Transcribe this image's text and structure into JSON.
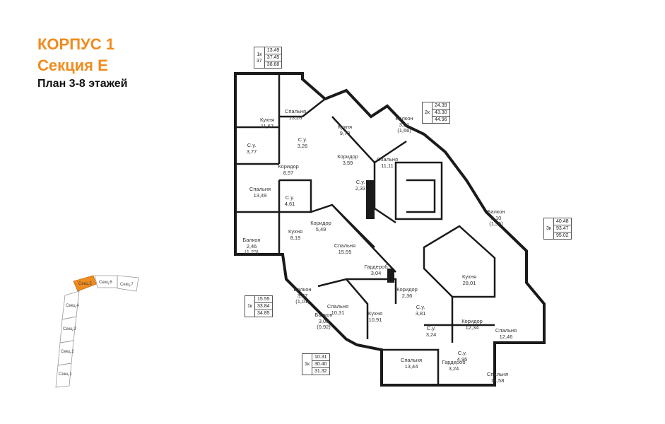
{
  "header": {
    "building": "КОРПУС 1",
    "section": "Секция Е",
    "plan": "План 3-8 этажей"
  },
  "apartment_tables": [
    {
      "type": "1к",
      "number": "37",
      "areas": [
        "13.49",
        "37.45",
        "38.68"
      ]
    },
    {
      "type": "2к",
      "number": "",
      "areas": [
        "24.39",
        "43.30",
        "44.96"
      ]
    },
    {
      "type": "3к",
      "number": "",
      "areas": [
        "40.48",
        "93.47",
        "95.02"
      ]
    },
    {
      "type": "1к",
      "number": "",
      "areas": [
        "15.55",
        "33.84",
        "34.85"
      ]
    },
    {
      "type": "1к",
      "number": "",
      "areas": [
        "10.31",
        "30.40",
        "31.32"
      ]
    }
  ],
  "rooms": [
    {
      "name": "Кухня",
      "area": "11,67"
    },
    {
      "name": "С.у.",
      "area": "3,77"
    },
    {
      "name": "Спальня",
      "area": "13,28"
    },
    {
      "name": "С.у.",
      "area": "3,26"
    },
    {
      "name": "Коридор",
      "area": "8,57"
    },
    {
      "name": "Спальня",
      "area": "13,49"
    },
    {
      "name": "С.у.",
      "area": "4,61"
    },
    {
      "name": "Балкон",
      "area": "2,46",
      "sub": "(1,23)"
    },
    {
      "name": "Кухня",
      "area": "9,73"
    },
    {
      "name": "Коридор",
      "area": "3,59"
    },
    {
      "name": "С.у.",
      "area": "2,33"
    },
    {
      "name": "Спальня",
      "area": "11,11"
    },
    {
      "name": "Балкон",
      "area": "3,31",
      "sub": "(1,66)"
    },
    {
      "name": "Коридор",
      "area": "5,49"
    },
    {
      "name": "Кухня",
      "area": "8,19"
    },
    {
      "name": "Спальня",
      "area": "15,55"
    },
    {
      "name": "Гардероб",
      "area": "3,04"
    },
    {
      "name": "Балкон",
      "area": "3,37",
      "sub": "(1,01)"
    },
    {
      "name": "Спальня",
      "area": "10,31"
    },
    {
      "name": "Балкон",
      "area": "3,08",
      "sub": "(0,92)"
    },
    {
      "name": "Кухня",
      "area": "10,91"
    },
    {
      "name": "Коридор",
      "area": "2,36"
    },
    {
      "name": "С.у.",
      "area": "3,81"
    },
    {
      "name": "С.у.",
      "area": "3,24"
    },
    {
      "name": "Коридор",
      "area": "12,34"
    },
    {
      "name": "Кухня",
      "area": "28,01"
    },
    {
      "name": "Балкон",
      "area": "3,10",
      "sub": "(1,55)"
    },
    {
      "name": "Спальня",
      "area": "12,46"
    },
    {
      "name": "С.у.",
      "area": "4,95"
    },
    {
      "name": "Гардероб",
      "area": "3,24"
    },
    {
      "name": "Спальня",
      "area": "13,44"
    },
    {
      "name": "Спальня",
      "area": "14,58"
    }
  ],
  "keyplan": {
    "sections": [
      "Секц.5",
      "Секц.6",
      "Секц.7",
      "Секц.4",
      "Секц.3",
      "Секц.2",
      "Секц.1"
    ],
    "highlight_color": "#f08c1e"
  },
  "colors": {
    "accent": "#f08c1e",
    "wall": "#1a1a1a",
    "thin": "#555555"
  }
}
